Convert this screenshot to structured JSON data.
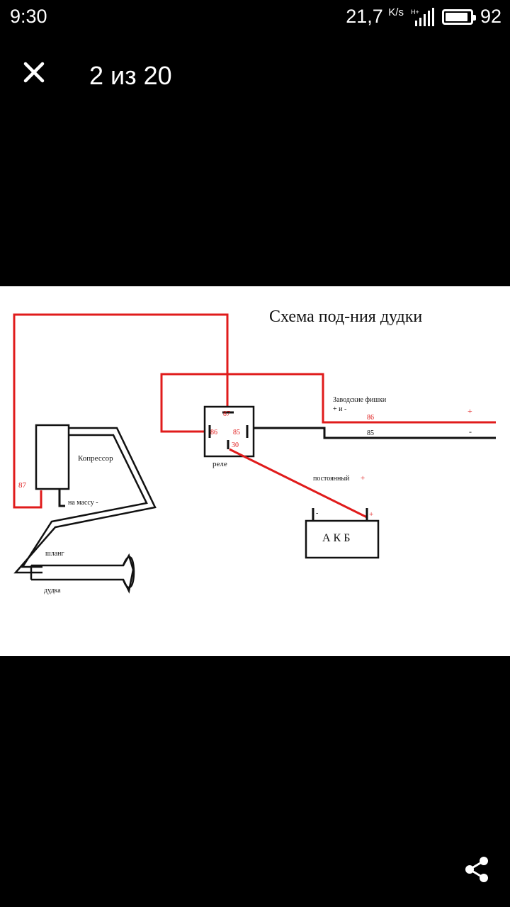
{
  "status_bar": {
    "time": "9:30",
    "speed": "21,7",
    "speed_unit": "K/s",
    "network": "H+",
    "battery_level": "92",
    "battery_fraction": 0.92
  },
  "toolbar": {
    "close_icon": "close-icon",
    "counter": "2 из 20"
  },
  "diagram": {
    "title": "Схема под-ния дудки",
    "compressor_label": "Копрессор",
    "ground_label": "на массу -",
    "hose_label": "шланг",
    "horn_label": "дудка",
    "relay_label": "реле",
    "relay_pin_87": "87",
    "relay_pin_86": "86",
    "relay_pin_85": "85",
    "relay_pin_30": "30",
    "wire_87_label": "87",
    "factory_label_line1": "Заводские фишки",
    "factory_label_line2": "+ и -",
    "factory_86_label": "86",
    "factory_85_label": "85",
    "factory_plus": "+",
    "factory_minus": "-",
    "constant_label": "постоянный",
    "constant_plus": "+",
    "battery_label": "А К Б",
    "battery_minus": "-",
    "battery_plus": "+",
    "colors": {
      "red_wire": "#e01b1b",
      "black_wire": "#111111"
    }
  },
  "actions": {
    "share_icon": "share-icon"
  }
}
